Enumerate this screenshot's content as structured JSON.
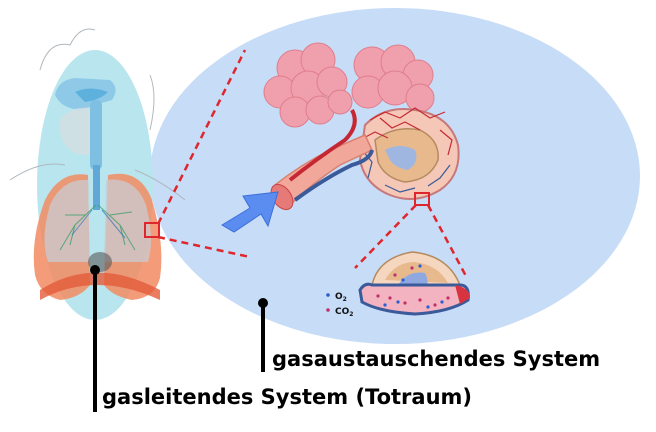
{
  "labels": {
    "gas_exchange_system": "gasaustauschendes System",
    "gas_conducting_system": "gasleitendes System (Totraum)"
  },
  "legend": {
    "o2": {
      "label": "O",
      "subscript": "2",
      "color": "#2a5fd1"
    },
    "co2": {
      "label": "CO",
      "subscript": "2",
      "color": "#c0306a"
    }
  },
  "colors": {
    "zoom_circle": "#c7dcf7",
    "zoom_lines": "#e0262d",
    "arrow": "#5b8cf0",
    "alveoli": "#f0a0ac",
    "artery": "#d8343f",
    "vein": "#3a5a9a",
    "torso_highlight": "#b9e6ee",
    "lungs": "#f28b62"
  }
}
